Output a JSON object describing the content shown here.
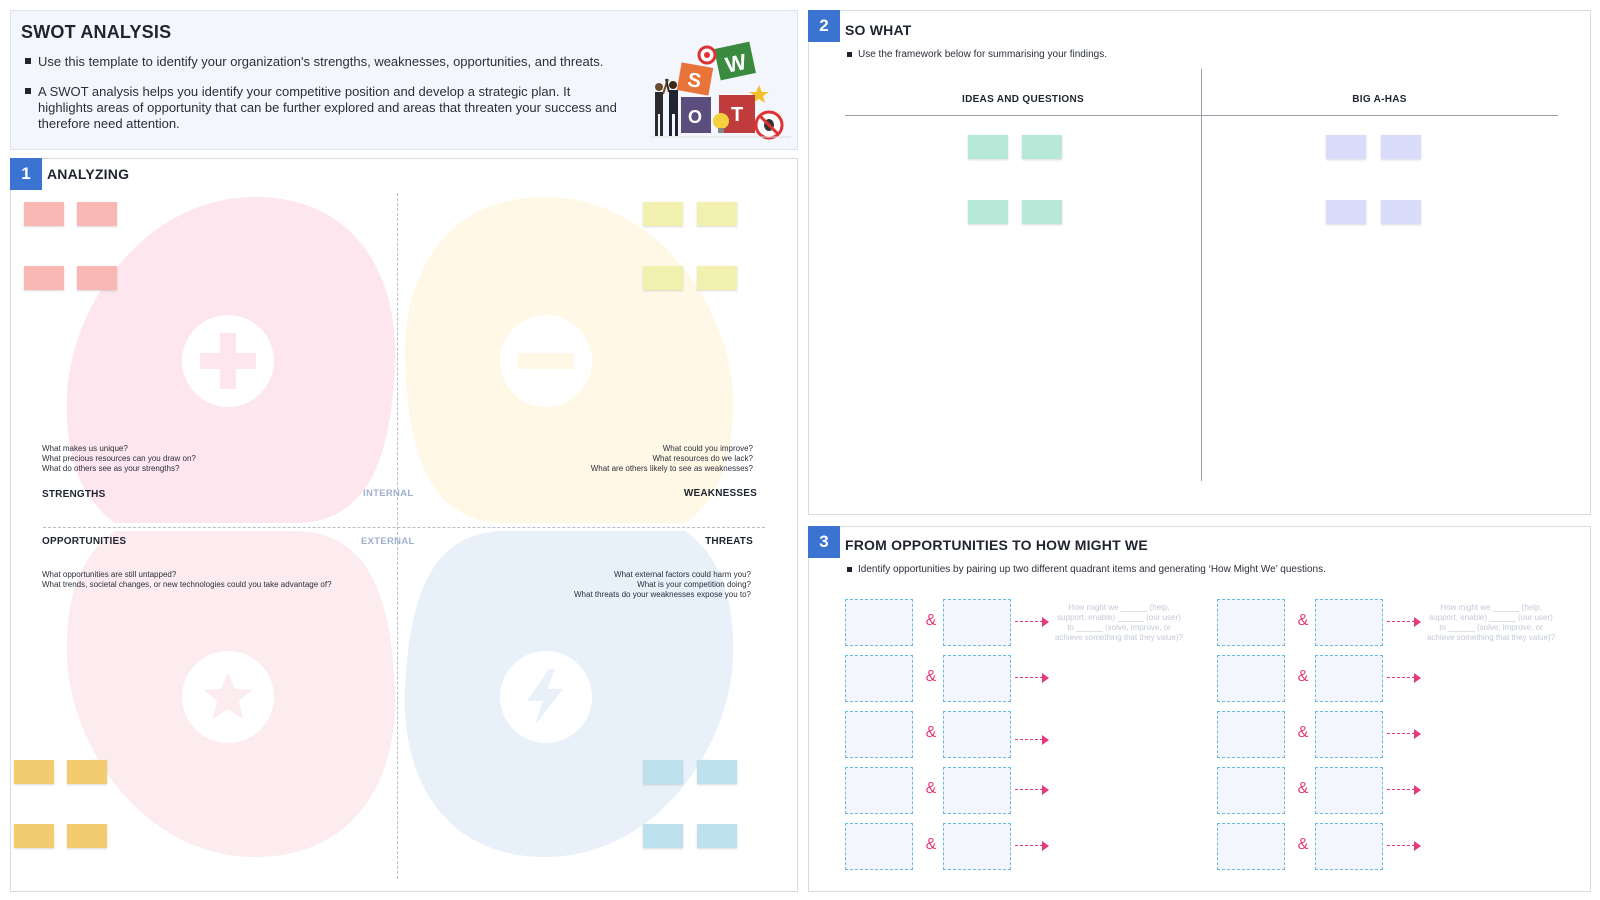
{
  "intro": {
    "title": "SWOT ANALYSIS",
    "bullets": [
      "Use this template to identify your organization's strengths, weaknesses, opportunities, and threats.",
      "A SWOT analysis helps you identify your competitive position and develop a strategic plan. It highlights areas of opportunity that can be further explored and areas that threaten your success and therefore need attention."
    ],
    "illustration_letters": [
      "W",
      "S",
      "O",
      "T"
    ]
  },
  "analyzing": {
    "number": "1",
    "title": "ANALYZING",
    "internal_label": "INTERNAL",
    "external_label": "EXTERNAL",
    "strengths": {
      "label": "STRENGTHS",
      "questions": [
        "What makes us unique?",
        "What precious resources can you draw on?",
        "What do others see as your strengths?"
      ]
    },
    "weaknesses": {
      "label": "WEAKNESSES",
      "questions": [
        "What could you improve?",
        "What resources do we lack?",
        "What are others likely to see as weaknesses?"
      ]
    },
    "opportunities": {
      "label": "OPPORTUNITIES",
      "questions": [
        "What opportunities are still untapped?",
        "What trends, societal changes, or new technologies could you take advantage of?"
      ]
    },
    "threats": {
      "label": "THREATS",
      "questions": [
        "What external factors could harm you?",
        "What is your competition doing?",
        "What threats do your weaknesses expose you to?"
      ]
    },
    "colors": {
      "strengths_blob": "#fde6ee",
      "weaknesses_blob": "#fff8e6",
      "opportunities_blob": "#fcecef",
      "threats_blob": "#e8f0fa",
      "strengths_sticky": "#f9b8b3",
      "weaknesses_sticky": "#f2f0ae",
      "opportunities_sticky": "#f4cc70",
      "threats_sticky": "#bde1ec"
    }
  },
  "sowhat": {
    "number": "2",
    "title": "SO WHAT",
    "instruction": "Use the framework below for summarising your findings.",
    "col_ideas": "IDEAS AND QUESTIONS",
    "col_ahas": "BIG A-HAS",
    "colors": {
      "ideas_sticky": "#b8e8d7",
      "ahas_sticky": "#d9dcfa"
    }
  },
  "hmw": {
    "number": "3",
    "title": "FROM OPPORTUNITIES TO HOW MIGHT WE",
    "instruction": "Identify opportunities by pairing up two different quadrant items and generating ‘How Might We’ questions.",
    "amp": "&",
    "question_template": "How might we ______ (help, support, enable) ______ (our user) to ______ (solve, improve, or achieve something that they value)?"
  }
}
